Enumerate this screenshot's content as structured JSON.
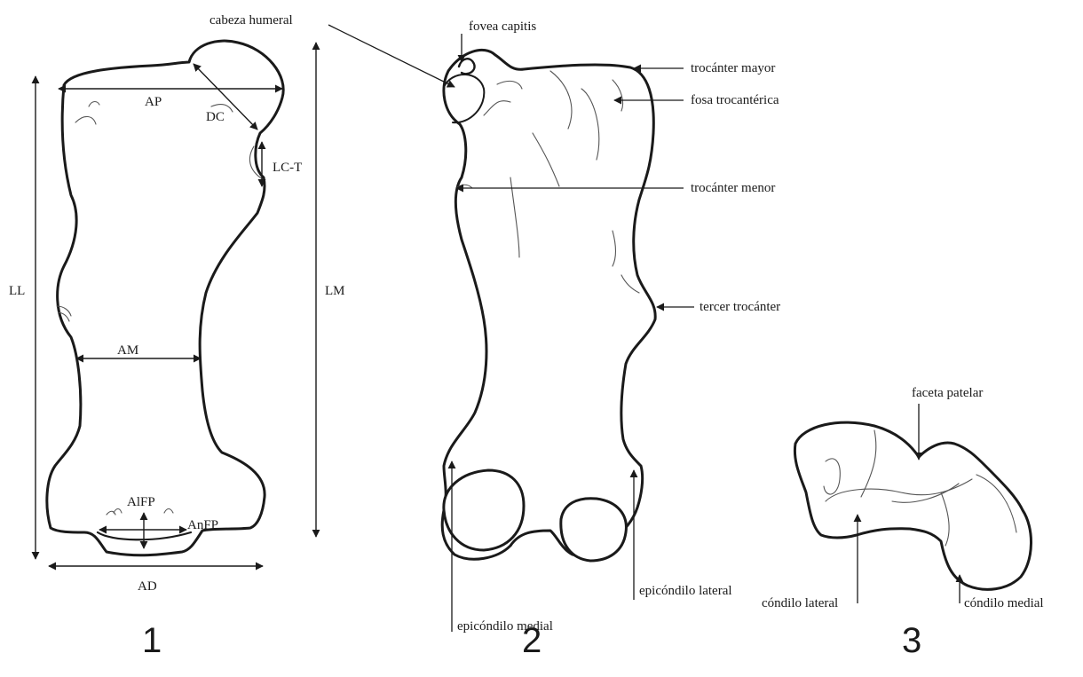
{
  "panels": [
    {
      "number": "1"
    },
    {
      "number": "2"
    },
    {
      "number": "3"
    }
  ],
  "measurements": {
    "ap": "AP",
    "dc": "DC",
    "lct": "LC-T",
    "ll": "LL",
    "lm": "LM",
    "am": "AM",
    "alfp": "AlFP",
    "anfp": "AnFP",
    "ad": "AD"
  },
  "anatomy_labels": {
    "cabeza_humeral": "cabeza humeral",
    "fovea_capitis": "fovea capitis",
    "trocanter_mayor": "trocánter mayor",
    "fosa_trocanterica": "fosa trocantérica",
    "trocanter_menor": "trocánter menor",
    "tercer_trocanter": "tercer trocánter",
    "epicondilo_lateral": "epicóndilo lateral",
    "epicondilo_medial": "epicóndilo medial",
    "faceta_patelar": "faceta patelar",
    "condilo_lateral": "cóndilo lateral",
    "condilo_medial": "cóndilo medial"
  }
}
